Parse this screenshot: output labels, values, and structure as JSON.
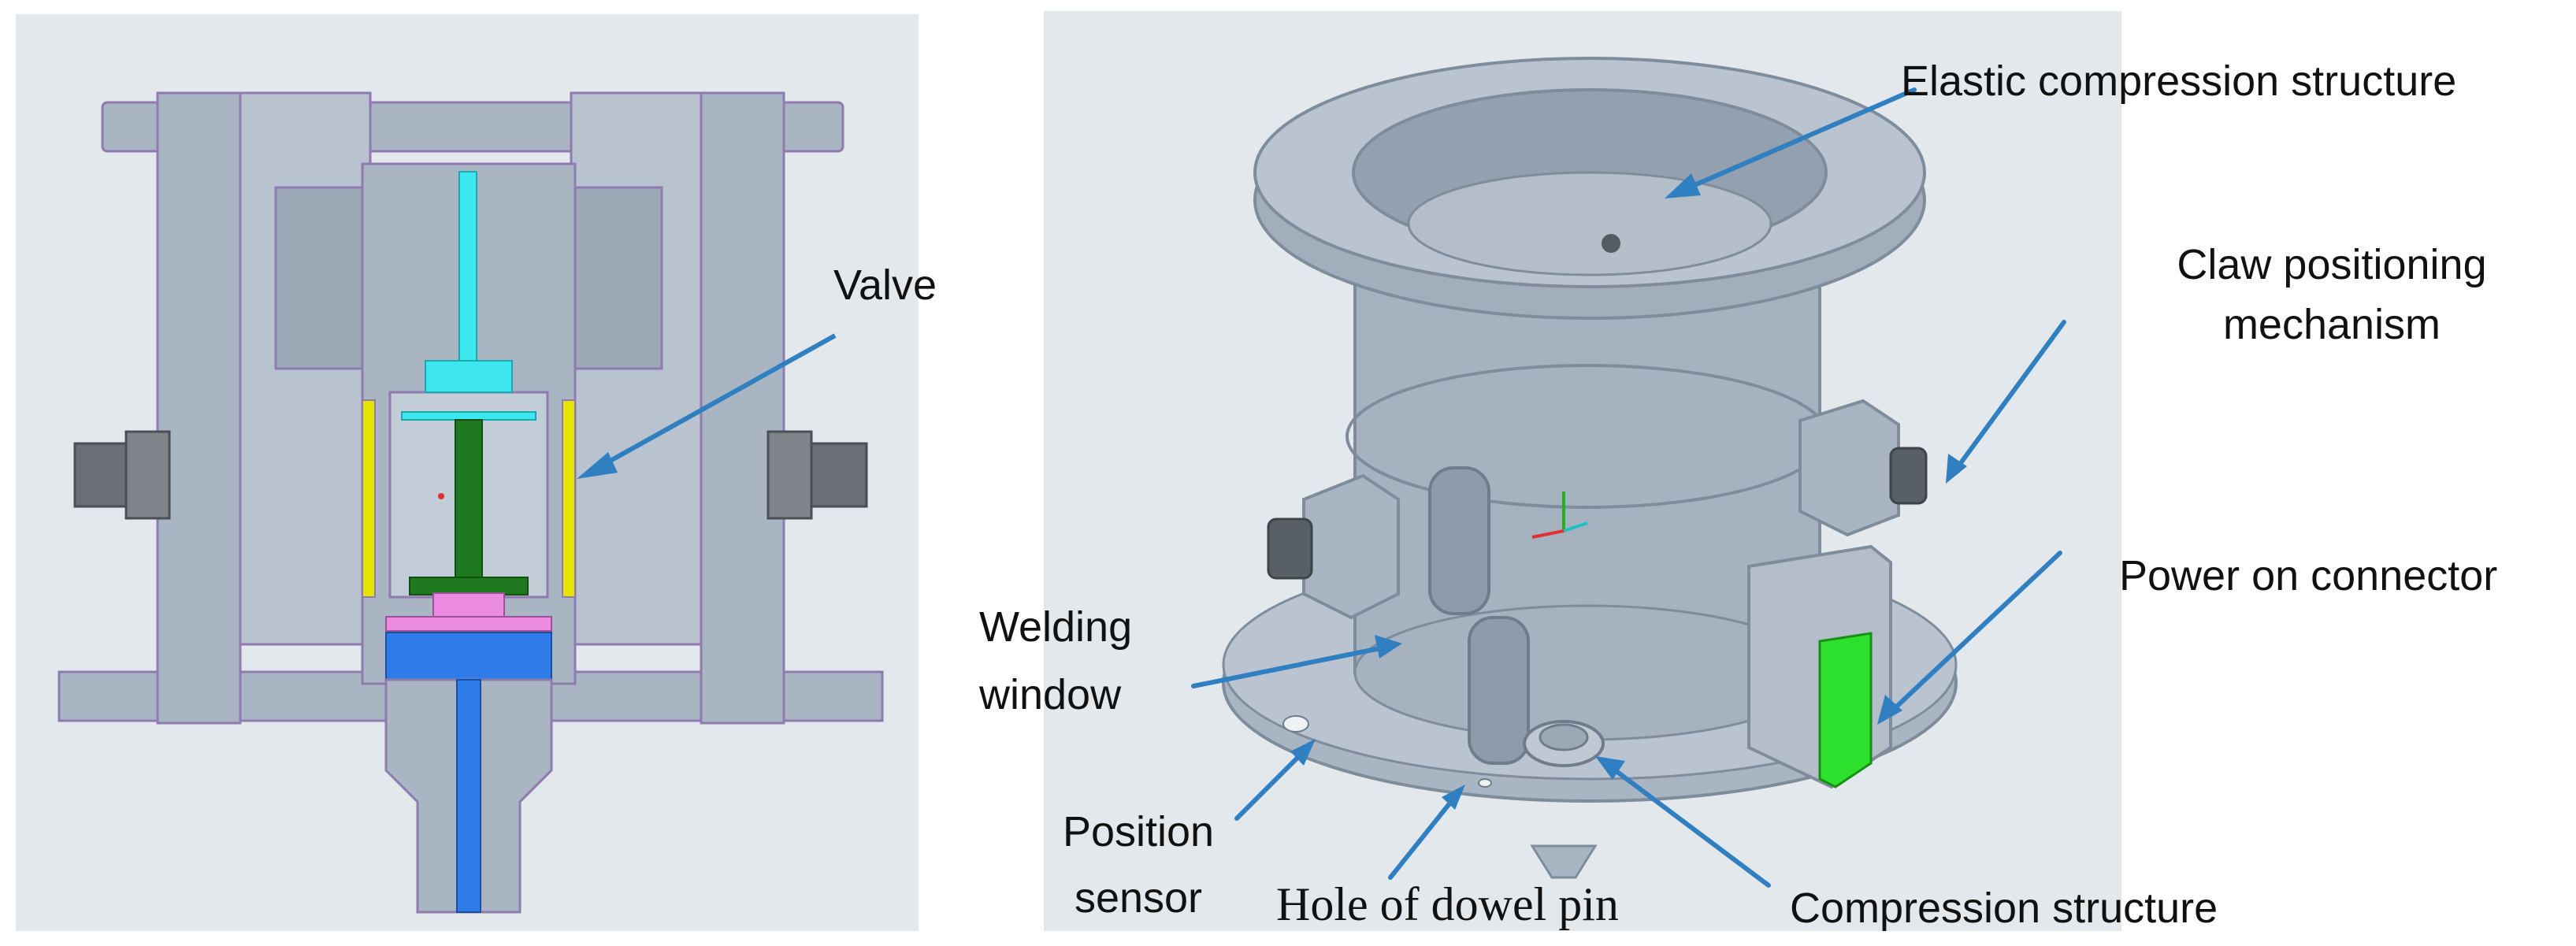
{
  "labels": {
    "valve": "Valve",
    "elastic_compression_structure": "Elastic compression structure",
    "claw_positioning_line1": "Claw positioning",
    "claw_positioning_line2": "mechanism",
    "power_on_connector": "Power on connector",
    "welding_window_line1": "Welding",
    "welding_window_line2": "window",
    "position_sensor_line1": "Position",
    "position_sensor_line2": "sensor",
    "hole_of_dowel_pin": "Hole of dowel pin",
    "compression_structure": "Compression structure"
  },
  "colors": {
    "panel_bg": "#e3e8ec",
    "body_gray": "#a9b5c3",
    "body_dark": "#7f8c9b",
    "outline": "#8f7bb0",
    "arrow_blue": "#2f7fc1",
    "valve_yellow": "#e4e400",
    "stem_cyan": "#3ee6ee",
    "stem_green": "#1f7a1f",
    "pink": "#ec8ce0",
    "blue": "#2f7be9",
    "connector_green": "#2ee02e"
  }
}
